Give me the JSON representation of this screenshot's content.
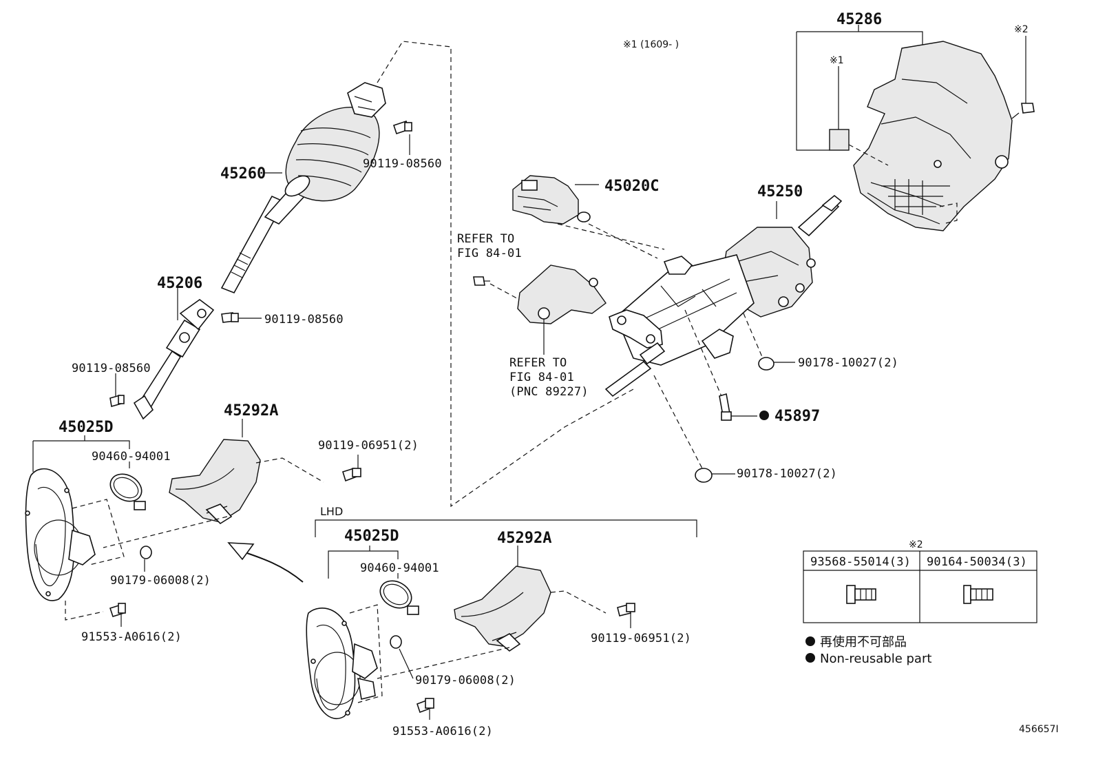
{
  "diagram": {
    "callouts": {
      "p45260": "45260",
      "p45206": "45206",
      "p90119_a": "90119-08560",
      "p90119_b": "90119-08560",
      "p90119_c": "90119-08560",
      "p45025D_main": "45025D",
      "p90460_main": "90460-94001",
      "p45292A_main": "45292A",
      "p90119_06951_main": "90119-06951(2)",
      "p90179_main": "90179-06008(2)",
      "p91553_main": "91553-A0616(2)",
      "p45020C": "45020C",
      "p45250": "45250",
      "p45286": "45286",
      "p90178_a": "90178-10027(2)",
      "p90178_b": "90178-10027(2)",
      "p45897": "45897",
      "p45025D_lhd": "45025D",
      "p90460_lhd": "90460-94001",
      "p45292A_lhd": "45292A",
      "p90119_06951_lhd": "90119-06951(2)",
      "p90179_lhd": "90179-06008(2)",
      "p91553_lhd": "91553-A0616(2)"
    },
    "refer1_line1": "REFER TO",
    "refer1_line2": "FIG 84-01",
    "refer2_line1": "REFER TO",
    "refer2_line2": "FIG 84-01",
    "refer2_line3": "(PNC 89227)",
    "note1": "※1 (1609-     )",
    "mark1": "※1",
    "mark2": "※2",
    "lhd": "LHD",
    "table": {
      "mark": "※2",
      "col1": "93568-55014(3)",
      "col2": "90164-50034(3)"
    },
    "legend": {
      "jp": "再使用不可部品",
      "en": "Non-reusable part"
    },
    "figure_id": "456657I"
  }
}
